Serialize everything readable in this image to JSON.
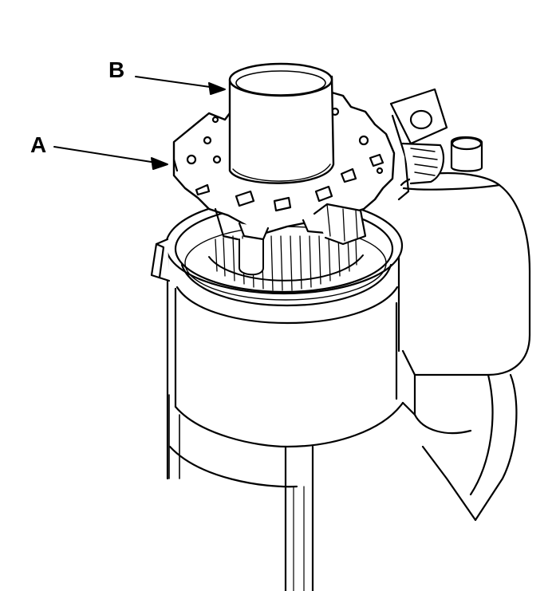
{
  "callouts": {
    "a": "A",
    "b": "B"
  },
  "parts": {
    "brush_holder": "A",
    "armature_sleeve": "B"
  },
  "colors": {
    "line": "#000000",
    "background": "#ffffff"
  }
}
